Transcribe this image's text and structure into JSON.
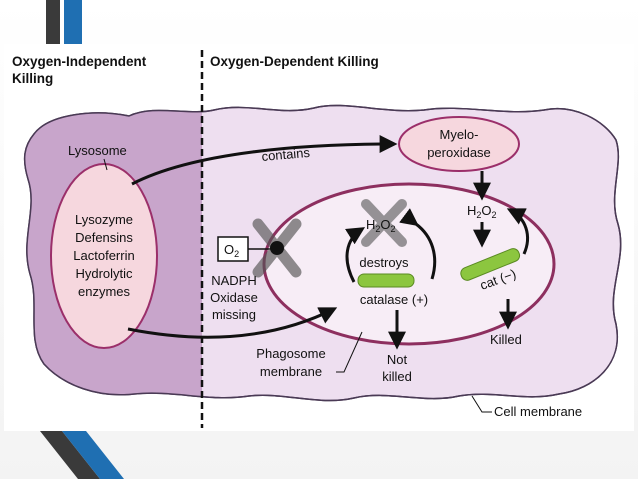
{
  "headers": {
    "left": [
      "Oxygen-Independent",
      "Killing"
    ],
    "right": "Oxygen-Dependent Killing"
  },
  "lysosome": {
    "label": "Lysosome",
    "contents": [
      "Lysozyme",
      "Defensins",
      "Lactoferrin",
      "Hydrolytic",
      "enzymes"
    ]
  },
  "arrow_label_contains": "contains",
  "myeloperoxidase": [
    "Myelo-",
    "peroxidase"
  ],
  "o2": "O",
  "o2_sub": "2",
  "nadph": [
    "NADPH",
    "Oxidase",
    "missing"
  ],
  "phagosome_inner": {
    "h2o2": "H",
    "h2o2_sub1": "2",
    "h2o2_o": "O",
    "h2o2_sub2": "2",
    "destroys": "destroys",
    "catalase": "catalase (+)",
    "not_killed": [
      "Not",
      "killed"
    ]
  },
  "right_pathway": {
    "h2o2": "H",
    "h2o2_sub1": "2",
    "h2o2_o": "O",
    "h2o2_sub2": "2",
    "cat": "cat (−)",
    "killed": "Killed"
  },
  "phagosome_membrane": [
    "Phagosome",
    "membrane"
  ],
  "cell_membrane": "Cell membrane",
  "colors": {
    "cell": "#eedff0",
    "left_shade": "#c8a5cb",
    "lysosome_fill": "#f6d7de",
    "membrane_stroke": "#9b2f6a",
    "catalase_green": "#8cc63f",
    "slide_blue": "#1f6fb2",
    "slide_dark": "#3a3a3a"
  }
}
